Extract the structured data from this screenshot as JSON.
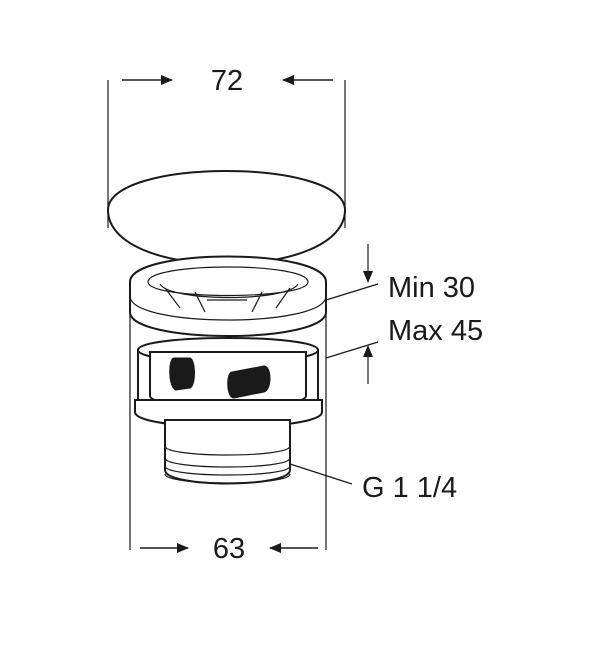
{
  "dimensions": {
    "cap_diameter": "72",
    "body_diameter": "63",
    "min_thickness": "Min 30",
    "max_thickness": "Max 45",
    "thread": "G 1 1/4"
  }
}
